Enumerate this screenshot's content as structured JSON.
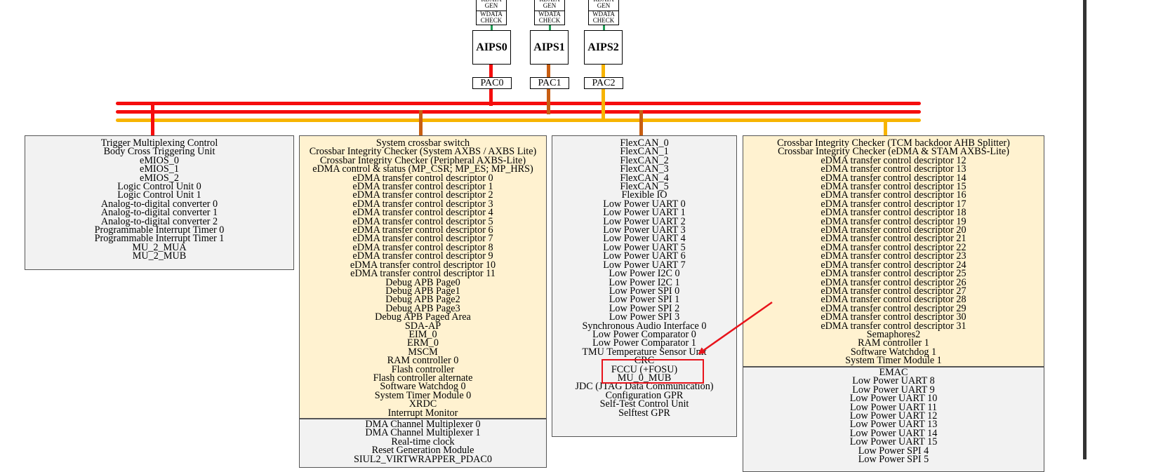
{
  "colors": {
    "red": "#f50d0d",
    "brown": "#c85e12",
    "yellow": "#f7b400",
    "green": "#1f9d55",
    "highlight": "#e8131b"
  },
  "checkers": [
    {
      "line1": "RDATA GEN",
      "line2": "WDATA CHECK"
    },
    {
      "line1": "RDATA GEN",
      "line2": "WDATA CHECK"
    },
    {
      "line1": "RDATA GEN",
      "line2": "WDATA CHECK"
    }
  ],
  "bridges": [
    {
      "aips": "AIPS0",
      "pac": "PAC0"
    },
    {
      "aips": "AIPS1",
      "pac": "PAC1"
    },
    {
      "aips": "AIPS2",
      "pac": "PAC2"
    }
  ],
  "panel_aips0": {
    "items": [
      "Trigger Multiplexing Control",
      "Body Cross Triggering Unit",
      "eMIOS_0",
      "eMIOS_1",
      "eMIOS_2",
      "Logic Control Unit 0",
      "Logic Control Unit 1",
      "Analog-to-digital converter 0",
      "Analog-to-digital converter 1",
      "Analog-to-digital converter 2",
      "Programmable Interrupt Timer 0",
      "Programmable Interrupt Timer 1",
      "MU_2_MUA",
      "MU_2_MUB"
    ]
  },
  "panel_aips1_upper": {
    "items": [
      "System crossbar switch",
      "Crossbar Integrity Checker (System AXBS / AXBS Lite)",
      "Crossbar Integrity Checker (Peripheral AXBS-Lite)",
      "eDMA control & status (MP_CSR; MP_ES; MP_HRS)",
      "eDMA transfer control descriptor 0",
      "eDMA transfer control descriptor 1",
      "eDMA transfer control descriptor 2",
      "eDMA transfer control descriptor 3",
      "eDMA transfer control descriptor 4",
      "eDMA transfer control descriptor 5",
      "eDMA transfer control descriptor 6",
      "eDMA transfer control descriptor 7",
      "eDMA transfer control descriptor 8",
      "eDMA transfer control descriptor 9",
      "eDMA transfer control descriptor 10",
      "eDMA transfer control descriptor 11",
      "Debug APB Page0",
      "Debug APB Page1",
      "Debug APB Page2",
      "Debug APB Page3",
      "Debug APB Paged Area",
      "SDA-AP",
      "EIM_0",
      "ERM_0",
      "MSCM",
      "RAM controller 0",
      "Flash controller",
      "Flash controller alternate",
      "Software Watchdog 0",
      "System Timer Module 0",
      "XRDC",
      "Interrupt Monitor"
    ]
  },
  "panel_aips1_lower": {
    "items": [
      "DMA Channel Multiplexer 0",
      "DMA Channel Multiplexer 1",
      "Real-time clock",
      "Reset Generation Module",
      "SIUL2_VIRTWRAPPER_PDAC0"
    ]
  },
  "panel_aips1b": {
    "items": [
      "FlexCAN_0",
      "FlexCAN_1",
      "FlexCAN_2",
      "FlexCAN_3",
      "FlexCAN_4",
      "FlexCAN_5",
      "Flexible IO",
      "Low Power UART 0",
      "Low Power UART 1",
      "Low Power UART 2",
      "Low Power UART 3",
      "Low Power UART 4",
      "Low Power UART 5",
      "Low Power UART 6",
      "Low Power UART 7",
      "Low Power I2C 0",
      "Low Power I2C 1",
      "Low Power SPI 0",
      "Low Power SPI 1",
      "Low Power SPI 2",
      "Low Power SPI 3",
      "Synchronous Audio Interface 0",
      "Low Power Comparator 0",
      "Low Power Comparator 1",
      "TMU Temperature Sensor Unit",
      "CRC",
      "FCCU (+FOSU)",
      "MU_0_MUB",
      "JDC (JTAG Data Communication)",
      "Configuration GPR",
      "Self-Test Control Unit",
      "Selftest GPR"
    ]
  },
  "panel_aips2_upper": {
    "items": [
      "Crossbar Integrity Checker (TCM backdoor AHB Splitter)",
      "Crossbar Integrity Checker (eDMA & STAM AXBS-Lite)",
      "eDMA transfer control descriptor 12",
      "eDMA transfer control descriptor 13",
      "eDMA transfer control descriptor 14",
      "eDMA transfer control descriptor 15",
      "eDMA transfer control descriptor 16",
      "eDMA transfer control descriptor 17",
      "eDMA transfer control descriptor 18",
      "eDMA transfer control descriptor 19",
      "eDMA transfer control descriptor 20",
      "eDMA transfer control descriptor 21",
      "eDMA transfer control descriptor 22",
      "eDMA transfer control descriptor 23",
      "eDMA transfer control descriptor 24",
      "eDMA transfer control descriptor 25",
      "eDMA transfer control descriptor 26",
      "eDMA transfer control descriptor 27",
      "eDMA transfer control descriptor 28",
      "eDMA transfer control descriptor 29",
      "eDMA transfer control descriptor 30",
      "eDMA transfer control descriptor 31",
      "Semaphores2",
      "RAM controller 1",
      "Software Watchdog 1",
      "System Timer Module 1"
    ]
  },
  "panel_aips2_lower": {
    "items": [
      "EMAC",
      "Low Power UART 8",
      "Low Power UART 9",
      "Low Power UART 10",
      "Low Power UART 11",
      "Low Power UART 12",
      "Low Power UART 13",
      "Low Power UART 14",
      "Low Power UART 15",
      "Low Power SPI 4",
      "Low Power SPI 5"
    ]
  }
}
